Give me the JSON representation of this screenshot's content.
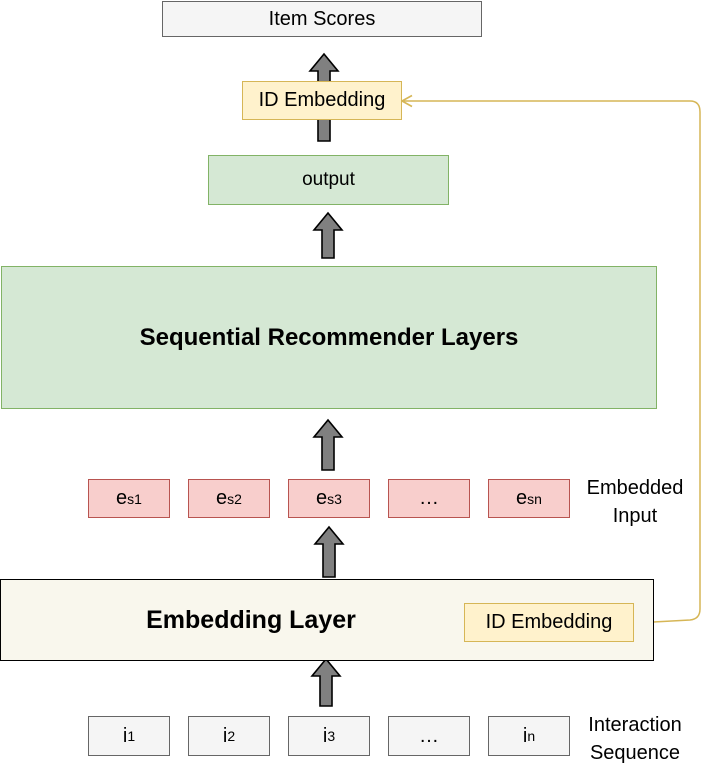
{
  "top": {
    "item_scores": "Item Scores",
    "id_embedding": "ID Embedding",
    "output": "output"
  },
  "middle": {
    "sequential_layers": "Sequential Recommender Layers"
  },
  "embedded_input": {
    "label_line1": "Embedded",
    "label_line2": "Input",
    "items": [
      {
        "base": "e",
        "sub": "s1"
      },
      {
        "base": "e",
        "sub": "s2"
      },
      {
        "base": "e",
        "sub": "s3"
      },
      {
        "base": "…",
        "sub": ""
      },
      {
        "base": "e",
        "sub": "sn"
      }
    ]
  },
  "embedding_layer": {
    "title": "Embedding Layer",
    "id_embedding": "ID Embedding"
  },
  "interaction_sequence": {
    "label_line1": "Interaction",
    "label_line2": "Sequence",
    "items": [
      {
        "base": "i",
        "sub": "1"
      },
      {
        "base": "i",
        "sub": "2"
      },
      {
        "base": "i",
        "sub": "3"
      },
      {
        "base": "…",
        "sub": ""
      },
      {
        "base": "i",
        "sub": "n"
      }
    ]
  },
  "colors": {
    "arrow_fill": "#808080",
    "connector": "#d6b656",
    "green_fill": "#d5e8d4",
    "red_fill": "#f8cecc",
    "yellow_fill": "#fff2cc"
  }
}
